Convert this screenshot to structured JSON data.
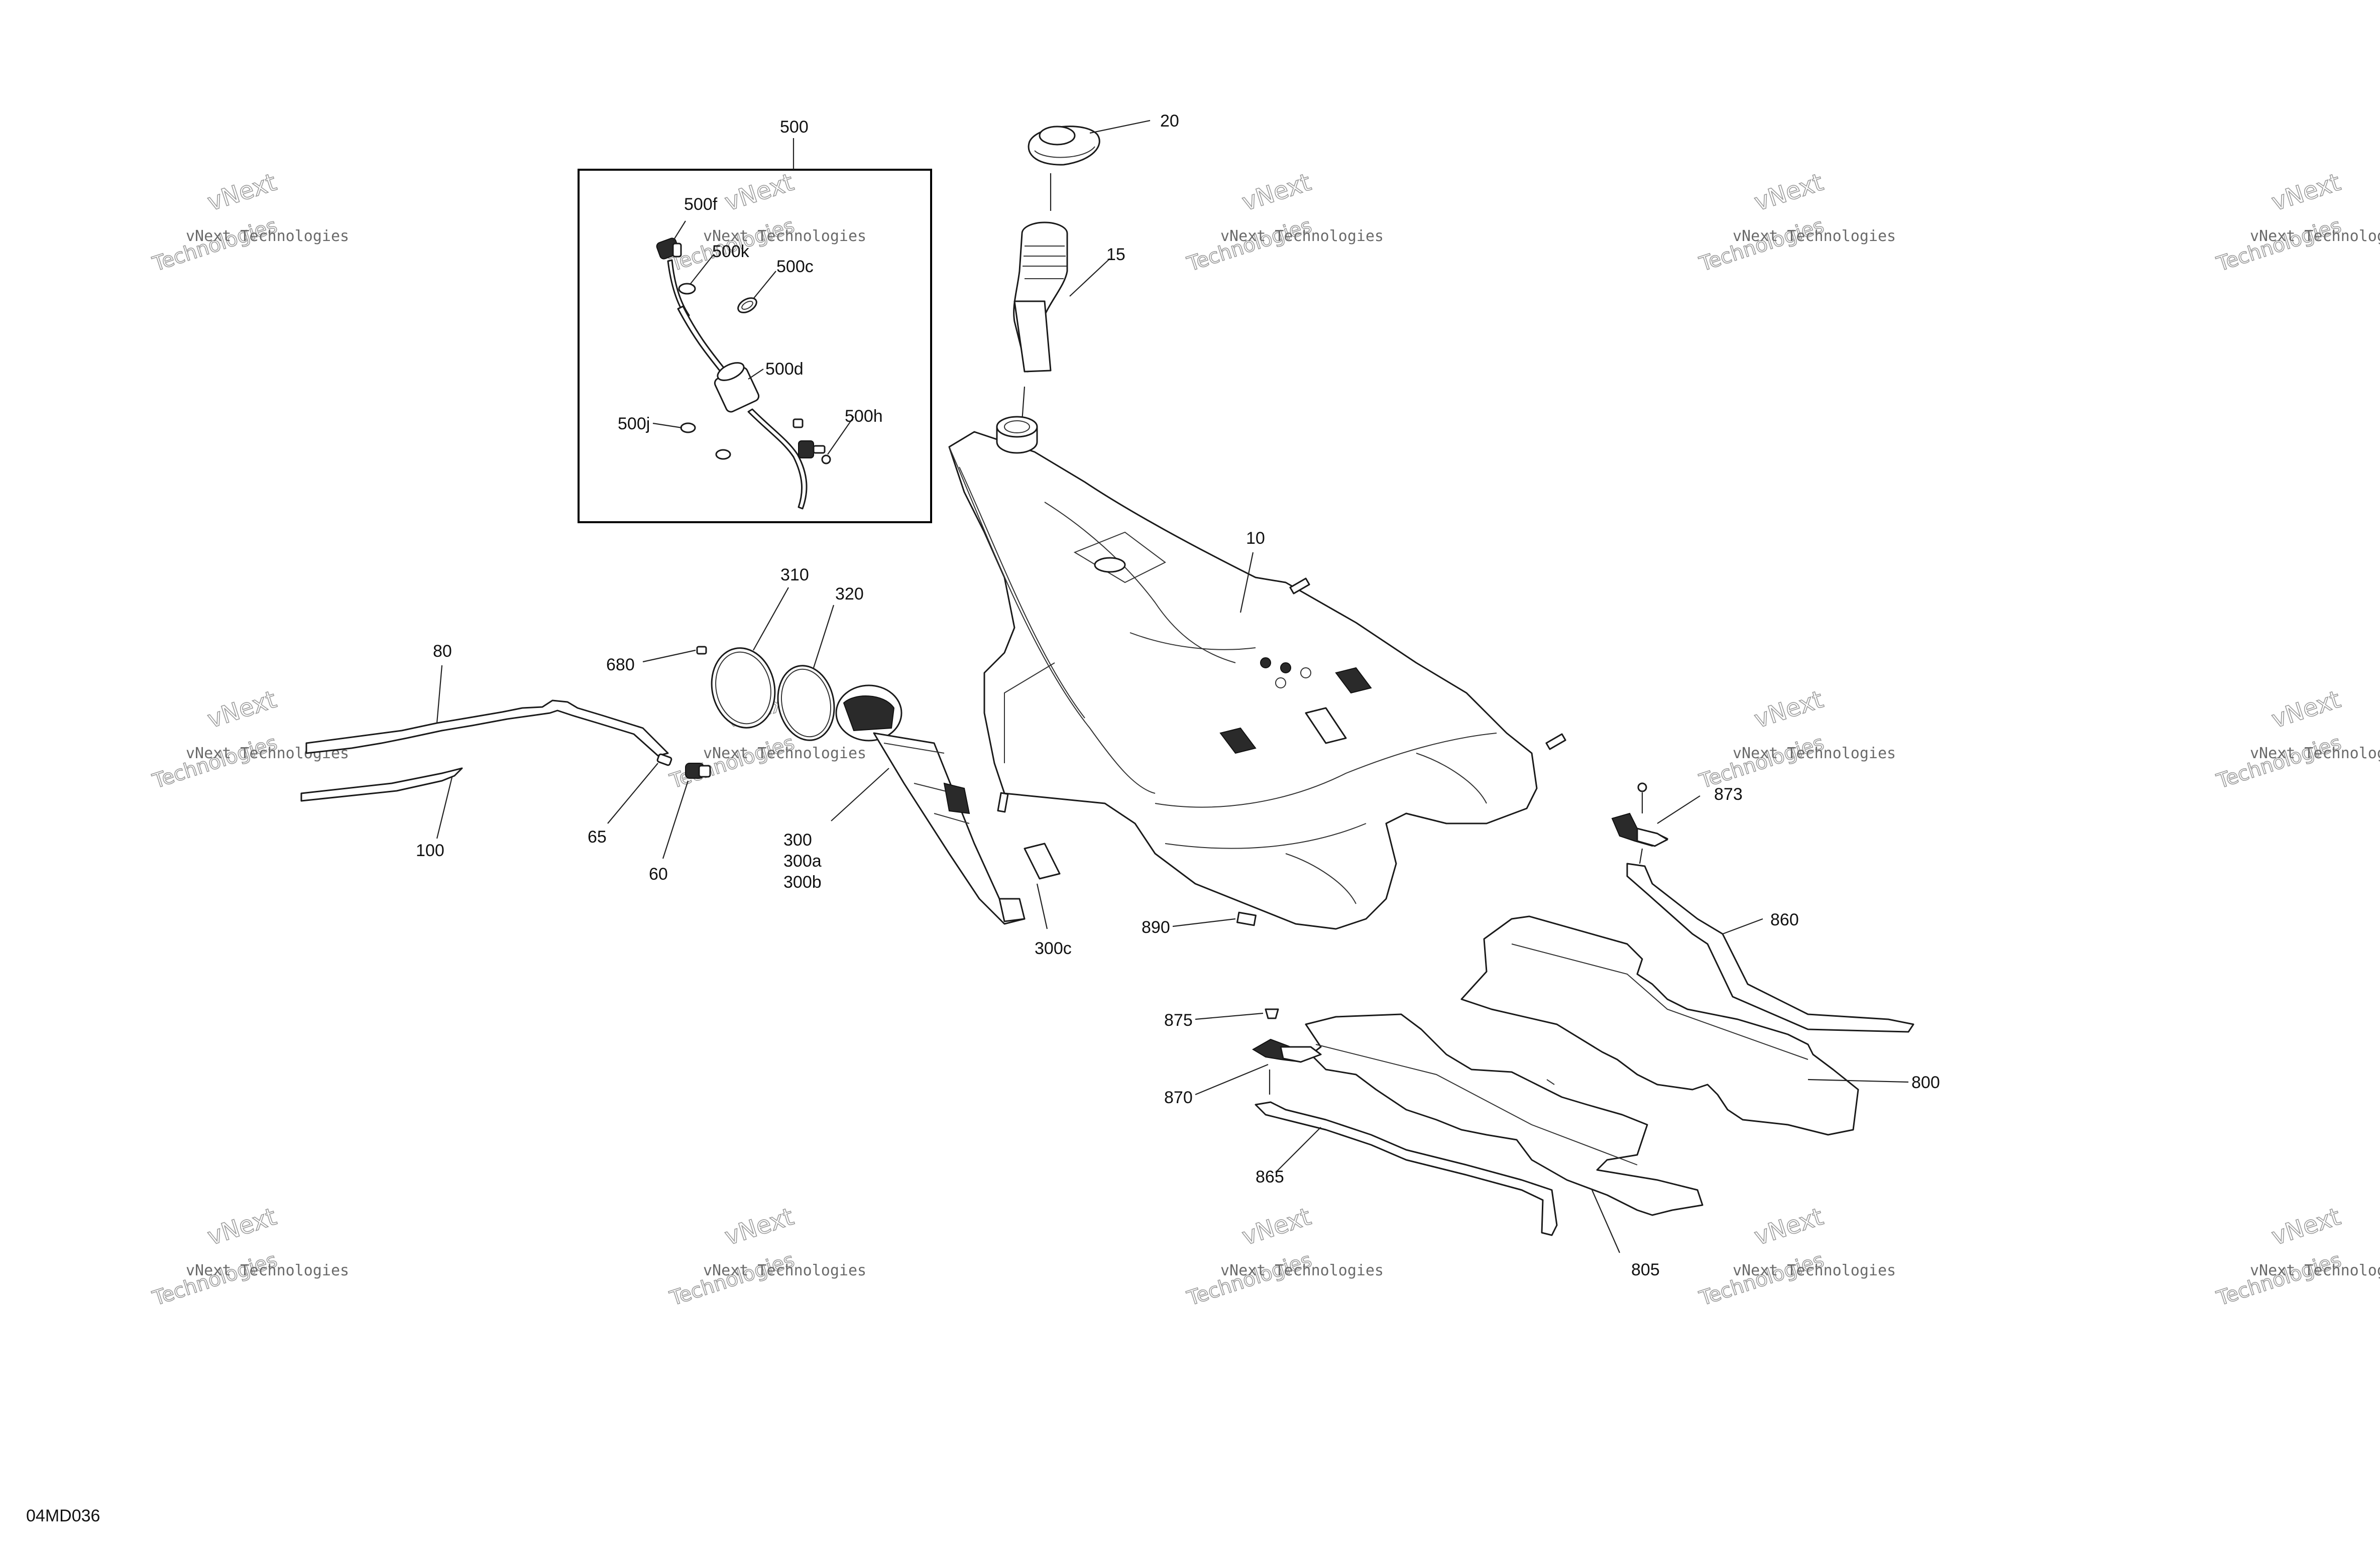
{
  "diagram_code": "04MD036",
  "watermark": {
    "line1": "vNext Technologies",
    "line2": "vNext",
    "line3": "Technologies"
  },
  "callouts": {
    "c500": "500",
    "c500f": "500f",
    "c500k": "500k",
    "c500c": "500c",
    "c500d": "500d",
    "c500j": "500j",
    "c500h": "500h",
    "c20": "20",
    "c15": "15",
    "c10": "10",
    "c310": "310",
    "c320": "320",
    "c680": "680",
    "c80": "80",
    "c65": "65",
    "c60": "60",
    "c100": "100",
    "c300": "300",
    "c300a": "300a",
    "c300b": "300b",
    "c300c": "300c",
    "c890": "890",
    "c873": "873",
    "c860": "860",
    "c875": "875",
    "c870": "870",
    "c800": "800",
    "c865": "865",
    "c805": "805"
  }
}
